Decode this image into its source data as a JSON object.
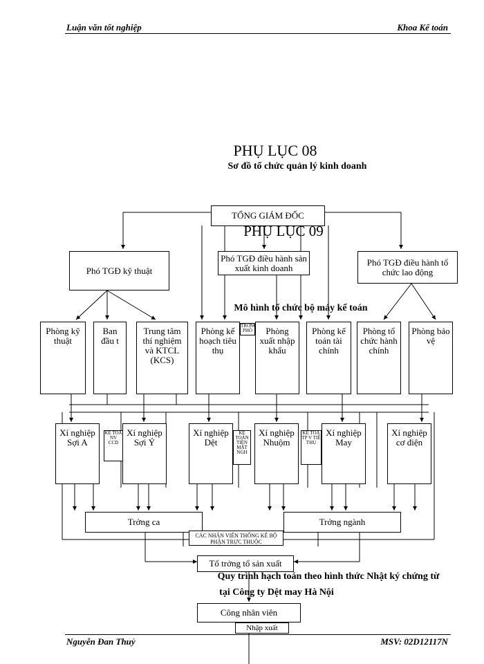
{
  "header": {
    "left": "Luận văn tốt nghiệp",
    "right": "Khoa Kế toán"
  },
  "footer": {
    "left": "Nguyễn Đan Thuỷ",
    "right": "MSV: 02D12117N"
  },
  "title": {
    "appendix": "PHỤ LỤC 08",
    "subtitle": "Sơ đồ tổ chức quản lý kinh doanh"
  },
  "overlay": {
    "appendix09": "PHỤ LỤC 09",
    "accounting_model": "Mô hình tổ chức bộ máy kế toán",
    "process_title_line1": "Quy trình hạch toán theo hình thức Nhật ký chứng từ",
    "process_title_line2": "tại Công ty Dệt may Hà Nội",
    "ghost_1": "TRỞNG PHÒ",
    "ghost_2": "KẾ TOÁ NV CCD",
    "ghost_3": "KẾ TOÁN TIỀN MẶT NGH",
    "ghost_4": "KẾ TOÁ TP V TIỀ THU",
    "ghost_5": "CÁC NHÂN VIÊN THỐNG KÊ BỘ PHẬN TRỰC THUỘC",
    "ghost_6": "Nhập xuất"
  },
  "org": {
    "ceo": "TỔNG GIÁM ĐỐC",
    "vp_tech": "Phó TGĐ kỹ thuật",
    "vp_prod": "Phó TGĐ điều hành sản xuất kinh doanh",
    "vp_org": "Phó TGĐ điều hành tổ chức lao động",
    "dept_tech": "Phòng kỹ thuật",
    "dept_ban": "Ban đầu t",
    "dept_center": "Trung tâm thí nghiệm và KTCL (KCS)",
    "dept_plan": "Phòng kế hoạch tiêu thụ",
    "dept_import": "Phòng xuất nhập khẩu",
    "dept_finance": "Phòng kế toán tài chính",
    "dept_admin": "Phòng tổ chức hành chính",
    "dept_security": "Phòng bảo vệ",
    "fac_soia": "Xí nghiệp Sợi A",
    "fac_soiy": "Xí nghiệp Sợi Ý",
    "fac_det": "Xí nghiệp Dệt",
    "fac_nhuom": "Xí nghiệp Nhuộm",
    "fac_may": "Xí nghiệp May",
    "fac_codien": "Xí nghiệp cơ điện",
    "shift_lead": "Trởng   ca",
    "sector_lead": "Trởng   ngành",
    "team_lead": "Tổ trởng   tổ sản xuất",
    "workers": "Công nhân viên"
  }
}
